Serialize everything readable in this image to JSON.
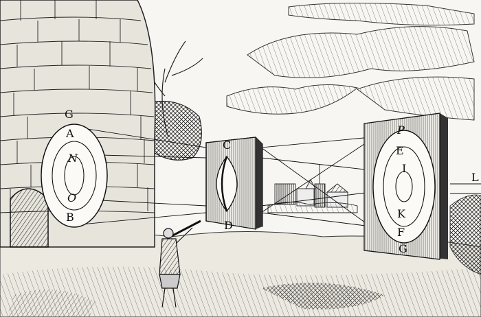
{
  "labels": {
    "G_top": "G",
    "A": "A",
    "N": "N",
    "O": "O",
    "B": "B",
    "C": "C",
    "D": "D",
    "P": "P",
    "E": "E",
    "I": "I",
    "K": "K",
    "F": "F",
    "G_bottom": "G",
    "L": "L"
  },
  "colors": {
    "ink": "#111111",
    "paper": "#f7f6f2",
    "wash": "#d9d7d0"
  }
}
